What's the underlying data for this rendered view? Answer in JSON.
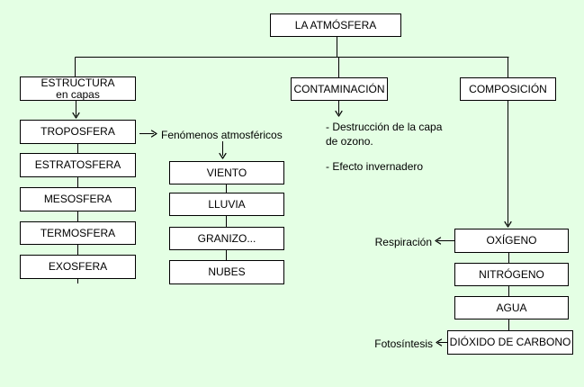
{
  "root": {
    "label": "LA ATMÓSFERA"
  },
  "estructura": {
    "title_line1": "ESTRUCTURA",
    "title_line2": "en capas",
    "layers": [
      "TROPOSFERA",
      "ESTRATOSFERA",
      "MESOSFERA",
      "TERMOSFERA",
      "EXOSFERA"
    ]
  },
  "fenomenos": {
    "label": "Fenómenos atmosféricos",
    "items": [
      "VIENTO",
      "LLUVIA",
      "GRANIZO...",
      "NUBES"
    ]
  },
  "contaminacion": {
    "label": "CONTAMINACIÓN",
    "note1_line1": "- Destrucción de la capa",
    "note1_line2": "de ozono.",
    "note2": "- Efecto invernadero"
  },
  "composicion": {
    "label": "COMPOSICIÓN",
    "components": [
      "OXÍGENO",
      "NITRÓGENO",
      "AGUA",
      "DIÓXIDO DE CARBONO"
    ],
    "oxygen_note": "Respiración",
    "co2_note": "Fotosíntesis"
  },
  "colors": {
    "background": "#e4ffe4",
    "box_fill": "#ffffff",
    "line": "#000000"
  }
}
